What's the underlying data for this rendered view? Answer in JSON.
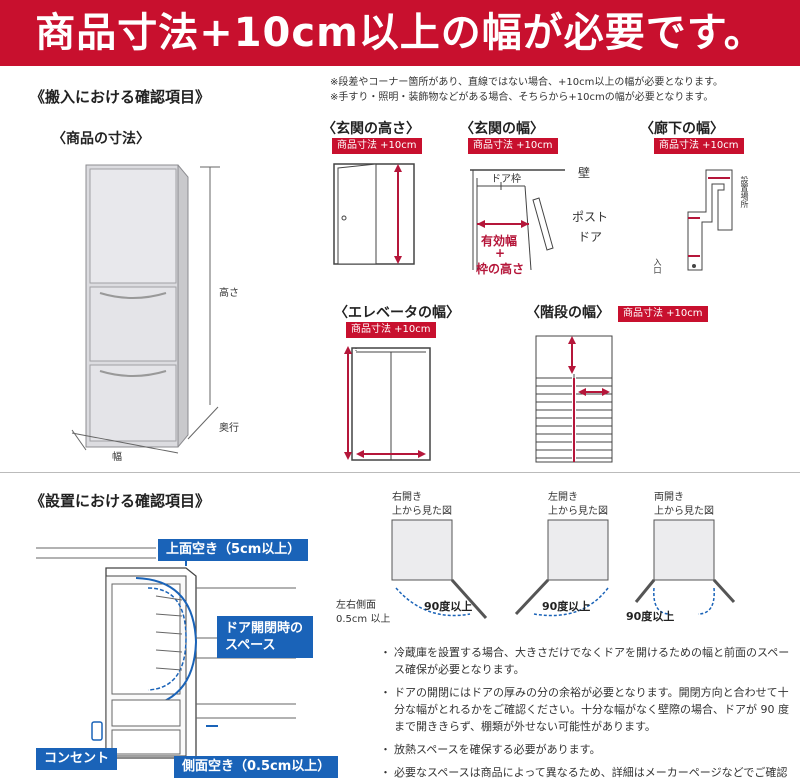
{
  "banner": {
    "title": "商品寸法+10cm以上の幅が必要です。"
  },
  "carry_in": {
    "heading": "《搬入における確認項目》",
    "notes": [
      "※段差やコーナー箇所があり、直線ではない場合、+10cm以上の幅が必要となります。",
      "※手すり・照明・装飾物などがある場合、そちらから+10cmの幅が必要となります。"
    ],
    "product_size": {
      "heading": "〈商品の寸法〉",
      "height_label": "高さ",
      "depth_label": "奥行",
      "width_label": "幅"
    },
    "entrance_height": {
      "heading": "〈玄関の高さ〉",
      "tag": "商品寸法 +10cm"
    },
    "entrance_width": {
      "heading": "〈玄関の幅〉",
      "tag": "商品寸法 +10cm",
      "door_frame": "ドア枠",
      "wall": "壁",
      "post": "ポスト",
      "door": "ドア",
      "effective_width": "有効幅",
      "plus": "+",
      "frame_height": "枠の高さ"
    },
    "hallway_width": {
      "heading": "〈廊下の幅〉",
      "tag": "商品寸法 +10cm",
      "install_place": "設置場所",
      "entrance": "入口"
    },
    "elevator_width": {
      "heading": "〈エレベータの幅〉",
      "tag": "商品寸法 +10cm"
    },
    "stairs_width": {
      "heading": "〈階段の幅〉",
      "tag": "商品寸法 +10cm"
    }
  },
  "install": {
    "heading": "《設置における確認項目》",
    "top_clearance": "上面空き（5cm以上）",
    "door_space": "ドア開閉時のスペース",
    "outlet": "コンセント",
    "side_clearance": "側面空き（0.5cm以上）",
    "side_left_right": "左右側面",
    "side_value": "0.5cm 以上",
    "views": [
      {
        "title1": "右開き",
        "title2": "上から見た図",
        "angle": "90度以上"
      },
      {
        "title1": "左開き",
        "title2": "上から見た図",
        "angle": "90度以上"
      },
      {
        "title1": "両開き",
        "title2": "上から見た図",
        "angle": "90度以上"
      }
    ],
    "bullets": [
      "冷蔵庫を設置する場合、大きさだけでなくドアを開けるための幅と前面のスペース確保が必要となります。",
      "ドアの開閉にはドアの厚みの分の余裕が必要となります。開閉方向と合わせて十分な幅がとれるかをご確認ください。十分な幅がなく壁際の場合、ドアが 90 度まで開ききらず、棚類が外せない可能性があります。",
      "放熱スペースを確保する必要があります。",
      "必要なスペースは商品によって異なるため、詳細はメーカーページなどでご確認ください。"
    ]
  },
  "colors": {
    "accent_red": "#c8102e",
    "accent_blue": "#1a63b8"
  }
}
